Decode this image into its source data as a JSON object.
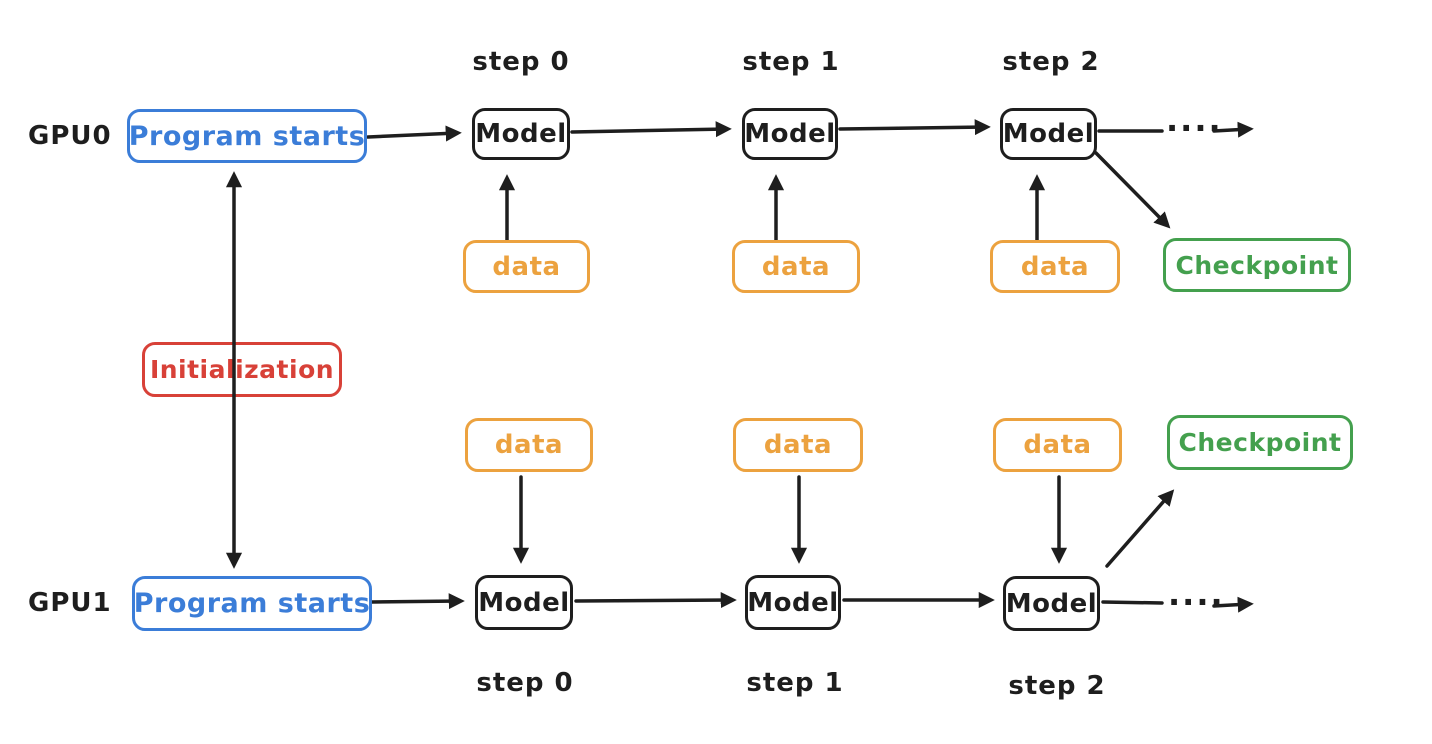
{
  "colors": {
    "blue": "#3b7dd8",
    "orange": "#eca23f",
    "green": "#44a04e",
    "red": "#d84138",
    "ink": "#1e1e1e",
    "background": "#ffffff"
  },
  "initialization": {
    "label": "Initialization"
  },
  "gpu0": {
    "label": "GPU0",
    "program": "Program starts",
    "checkpoint": "Checkpoint",
    "dots": "....",
    "steps": [
      {
        "step": "step 0",
        "model": "Model",
        "data": "data"
      },
      {
        "step": "step 1",
        "model": "Model",
        "data": "data"
      },
      {
        "step": "step 2",
        "model": "Model",
        "data": "data"
      }
    ]
  },
  "gpu1": {
    "label": "GPU1",
    "program": "Program starts",
    "checkpoint": "Checkpoint",
    "dots": "....",
    "steps": [
      {
        "step": "step 0",
        "model": "Model",
        "data": "data"
      },
      {
        "step": "step 1",
        "model": "Model",
        "data": "data"
      },
      {
        "step": "step 2",
        "model": "Model",
        "data": "data"
      }
    ]
  }
}
